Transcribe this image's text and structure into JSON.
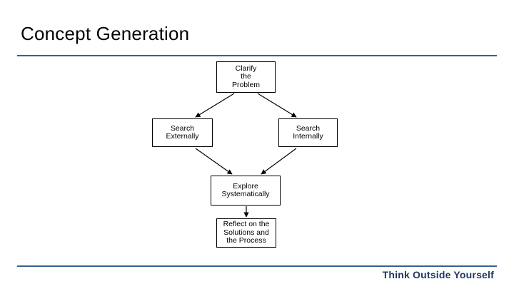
{
  "slide": {
    "title": "Concept Generation",
    "footer_text": "Think Outside Yourself",
    "accent_color": "#36618e",
    "footer_color": "#1f3864"
  },
  "diagram": {
    "type": "flowchart",
    "nodes": [
      {
        "id": "clarify",
        "label": "Clarify\nthe\nProblem"
      },
      {
        "id": "external",
        "label": "Search\nExternally"
      },
      {
        "id": "internal",
        "label": "Search\nInternally"
      },
      {
        "id": "explore",
        "label": "Explore\nSystematically"
      },
      {
        "id": "reflect",
        "label": "Reflect on the\nSolutions and\nthe Process"
      }
    ],
    "edges": [
      {
        "from": "clarify",
        "to": "external"
      },
      {
        "from": "clarify",
        "to": "internal"
      },
      {
        "from": "external",
        "to": "explore"
      },
      {
        "from": "internal",
        "to": "explore"
      },
      {
        "from": "explore",
        "to": "reflect"
      }
    ]
  }
}
